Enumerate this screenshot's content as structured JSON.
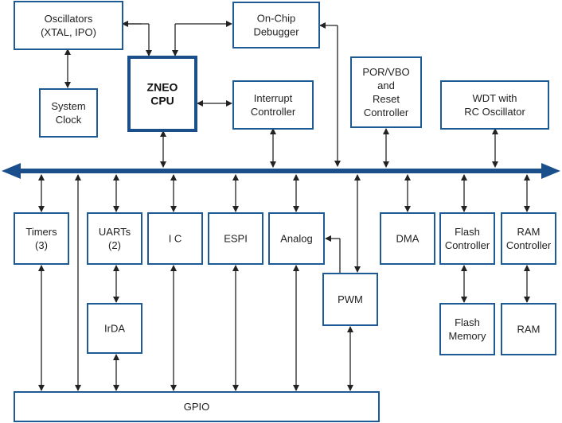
{
  "colors": {
    "box_border": "#1e5a96",
    "cpu_border": "#1a4f8c",
    "bus": "#1a4f8c",
    "connector": "#222222",
    "text": "#222222",
    "background": "#ffffff"
  },
  "blocks": {
    "oscillators": [
      "Oscillators",
      "(XTAL, IPO)"
    ],
    "system_clock": [
      "System",
      "Clock"
    ],
    "cpu": [
      "ZNEO",
      "CPU"
    ],
    "on_chip_debugger": [
      "On-Chip",
      "Debugger"
    ],
    "interrupt_controller": [
      "Interrupt",
      "Controller"
    ],
    "por_vbo": [
      "POR/VBO",
      "and",
      "Reset",
      "Controller"
    ],
    "wdt": [
      "WDT with",
      "RC Oscillator"
    ],
    "timers": [
      "Timers",
      "(3)"
    ],
    "uarts": [
      "UARTs",
      "(2)"
    ],
    "i2c": [
      "I C"
    ],
    "espi": [
      "ESPI"
    ],
    "analog": [
      "Analog"
    ],
    "pwm": [
      "PWM"
    ],
    "dma": [
      "DMA"
    ],
    "flash_controller": [
      "Flash",
      "Controller"
    ],
    "ram_controller": [
      "RAM",
      "Controller"
    ],
    "irda": [
      "IrDA"
    ],
    "flash_memory": [
      "Flash",
      "Memory"
    ],
    "ram": [
      "RAM"
    ],
    "gpio": [
      "GPIO"
    ]
  }
}
